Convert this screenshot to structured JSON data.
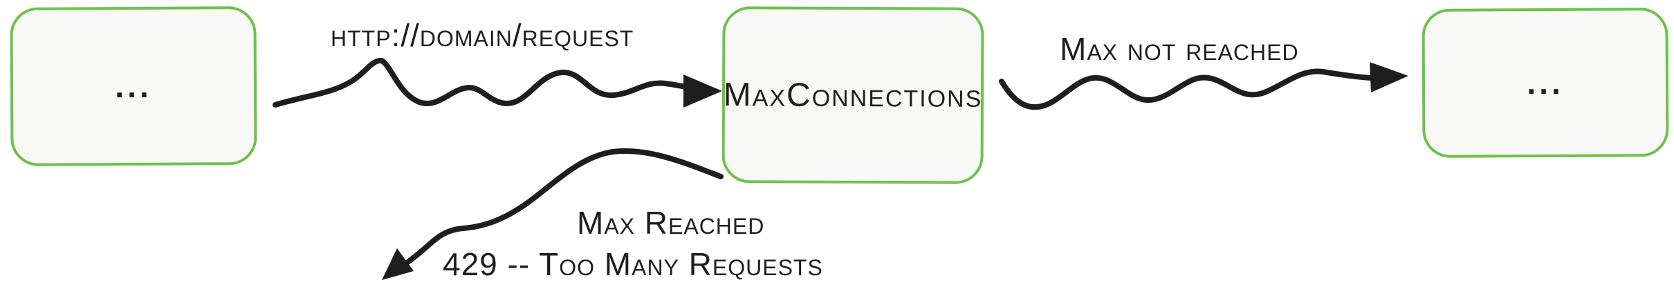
{
  "diagram": {
    "nodes": {
      "left": {
        "label": "..."
      },
      "max_connections": {
        "label": "MaxConnections"
      },
      "right": {
        "label": "..."
      }
    },
    "edges": {
      "request": {
        "label": "http://domain/request"
      },
      "max_not_reached": {
        "label": "Max not reached"
      },
      "max_reached": {
        "label": "Max Reached",
        "sublabel": "429 -- Too Many Requests"
      }
    },
    "colors": {
      "node_border": "#6cc24a",
      "node_fill": "#f8f8f6",
      "stroke": "#1e1e1e",
      "background": "#ffffff"
    }
  }
}
